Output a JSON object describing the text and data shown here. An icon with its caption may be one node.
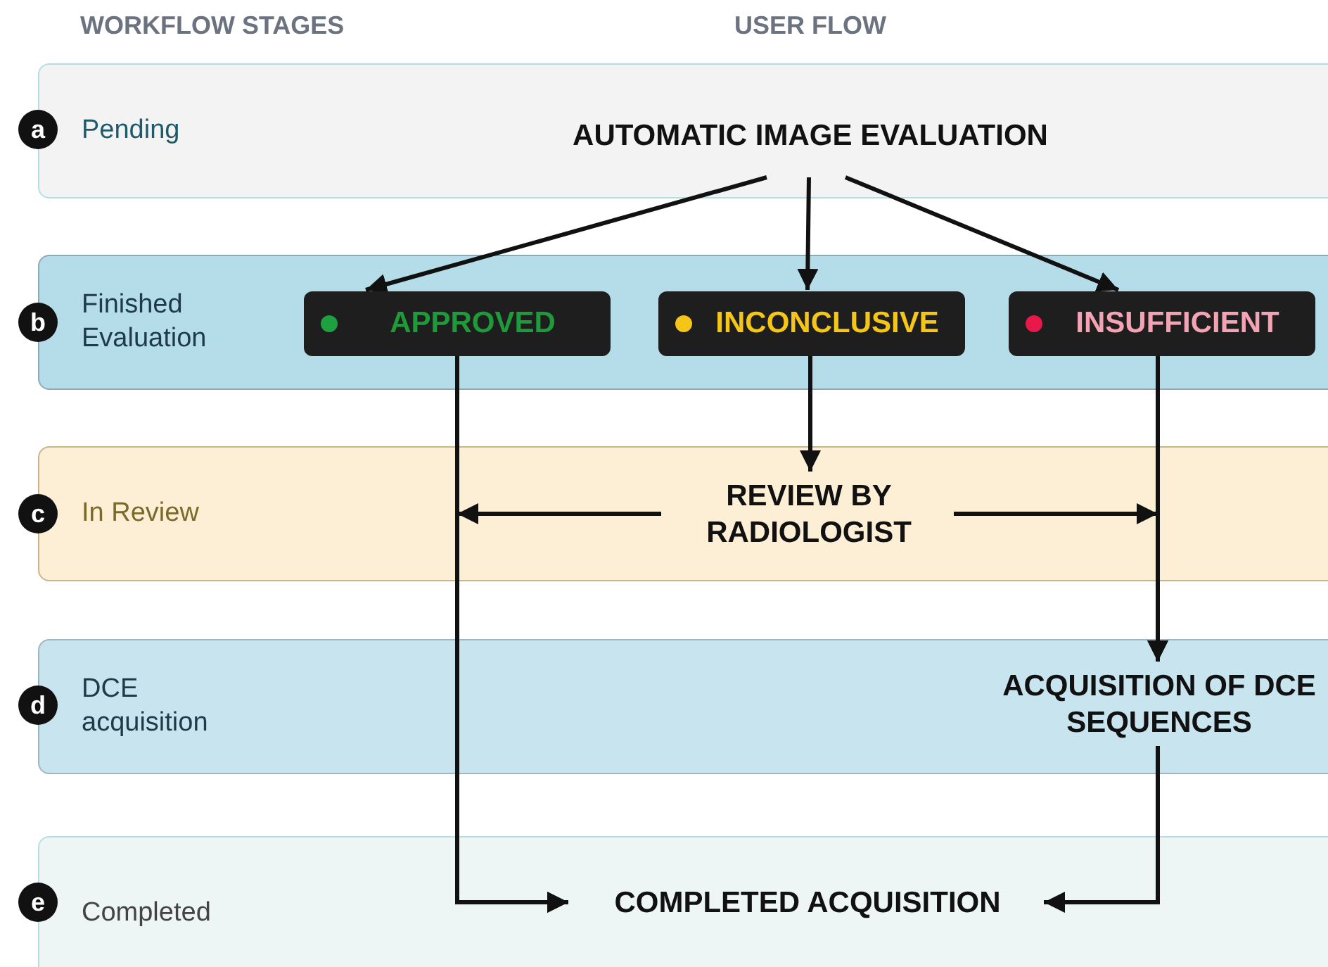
{
  "diagram": {
    "nodes": [
      {
        "text": [
          "a"
        ]
      },
      {
        "text": [
          "Pending"
        ]
      },
      {
        "text": [
          "AUTOMATIC IMAGE EVALUATION"
        ],
        "in": 1
      },
      {
        "text": [
          "b"
        ]
      },
      {
        "text": [
          "Finished Evaluation"
        ]
      },
      {
        "text": [
          "APPROVED"
        ],
        "in": 4
      },
      {
        "text": [
          "INCONCLUSIVE"
        ],
        "in": 4
      },
      {
        "text": [
          "INSUFFICIENT"
        ],
        "in": 4
      },
      {
        "text": [
          "c"
        ]
      },
      {
        "text": [
          "In Review"
        ]
      },
      {
        "text": [
          "REVIEW BY RADIOLOGIST"
        ],
        "in": 9
      },
      {
        "text": [
          "d"
        ]
      },
      {
        "text": [
          "DCE acquisition"
        ]
      },
      {
        "text": [
          "ACQUISITION OF DCE SEQUENCES"
        ],
        "in": 12
      },
      {
        "text": [
          "e"
        ]
      },
      {
        "text": [
          "Completed"
        ]
      },
      {
        "text": [
          "COMPLETED ACQUISITION"
        ],
        "in": 15
      }
    ],
    "edges": [
      {
        "from": 2,
        "to": 5,
        "arrow": "to"
      },
      {
        "from": 2,
        "to": 6,
        "arrow": "to"
      },
      {
        "from": 2,
        "to": 7,
        "arrow": "to"
      },
      {
        "from": 6,
        "to": 10,
        "arrow": "to"
      },
      {
        "from": 5,
        "to": 16,
        "arrow": "to"
      },
      {
        "from": 7,
        "to": 13,
        "arrow": "to"
      },
      {
        "from": 10,
        "to": 16,
        "arrow": "to"
      },
      {
        "from": 10,
        "to": 13,
        "arrow": "to"
      },
      {
        "from": 13,
        "to": 16,
        "arrow": "to"
      }
    ],
    "labels": [
      "WORKFLOW STAGES",
      "USER FLOW"
    ]
  }
}
